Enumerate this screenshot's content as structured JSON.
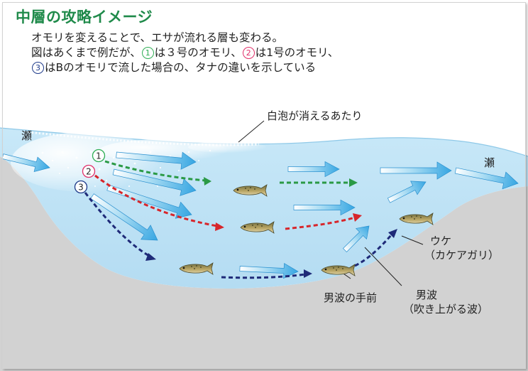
{
  "title": "中層の攻略イメージ",
  "description": {
    "line1": "オモリを変えることで、エサが流れる層も変わる。",
    "line2_a": "図はあくまで例だが、",
    "marker1": "1",
    "line2_b": "は３号のオモリ、",
    "marker2": "2",
    "line2_c": "は1号のオモリ、",
    "marker3": "3",
    "line3": "はBのオモリで流した場合の、タナの違いを示している"
  },
  "labels": {
    "rapid_left": "瀬",
    "rapid_right": "瀬",
    "foam_end": "白泡が消えるあたり",
    "uke_1": "ウケ",
    "uke_2": "（カケアガリ）",
    "onami_front": "男波の手前",
    "onami_1": "男波",
    "onami_2": "（吹き上がる波）"
  },
  "markers": {
    "m1": "1",
    "m2": "2",
    "m3": "3"
  },
  "colors": {
    "title": "#1f8a4a",
    "water": "#bfe3f6",
    "riverbed": "#d2d2d2",
    "path_1": "#2a9a45",
    "path_2": "#d7262b",
    "path_3": "#1e2a78"
  }
}
